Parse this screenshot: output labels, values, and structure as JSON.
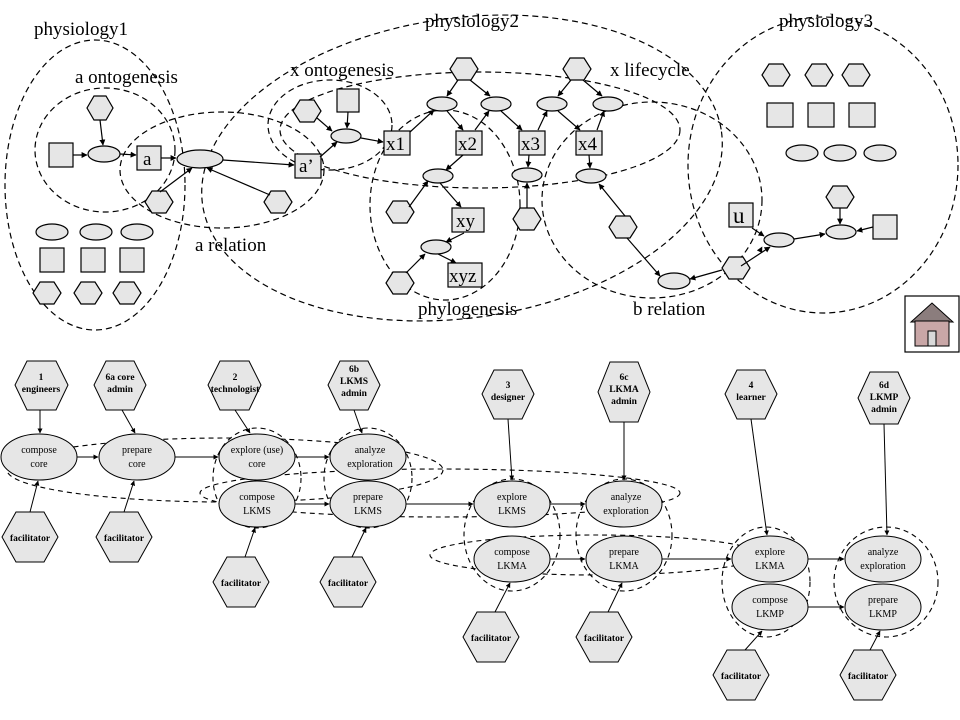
{
  "top": {
    "region_labels": {
      "physiology1": "physiology1",
      "physiology2": "physiology2",
      "physiology3": "physiology3",
      "a_ontogenesis": "a ontogenesis",
      "a_relation": "a relation",
      "x_ontogenesis": "x ontogenesis",
      "x_lifecycle": "x lifecycle",
      "phylogenesis": "phylogenesis",
      "b_relation": "b relation"
    },
    "nodes": {
      "a": "a",
      "a_prime": "a’",
      "x1": "x1",
      "x2": "x2",
      "x3": "x3",
      "x4": "x4",
      "xy": "xy",
      "xyz": "xyz",
      "u": "u"
    }
  },
  "home_button": {
    "icon": "house-icon"
  },
  "bottom": {
    "roles": {
      "engineers": [
        "1",
        "engineers"
      ],
      "core_admin": [
        "6a core",
        "admin"
      ],
      "technologist": [
        "2",
        "technologist"
      ],
      "lkms_admin": [
        "6b",
        "LKMS",
        "admin"
      ],
      "designer": [
        "3",
        "designer"
      ],
      "lkma_admin": [
        "6c",
        "LKMA",
        "admin"
      ],
      "learner": [
        "4",
        "learner"
      ],
      "lkmp_admin": [
        "6d",
        "LKMP",
        "admin"
      ]
    },
    "facilitator": "facilitator",
    "activities": {
      "compose_core": [
        "compose",
        "core"
      ],
      "prepare_core": [
        "prepare",
        "core"
      ],
      "explore_core": [
        "explore (use)",
        "core"
      ],
      "analyze_core": [
        "analyze",
        "exploration"
      ],
      "compose_lkms": [
        "compose",
        "LKMS"
      ],
      "prepare_lkms": [
        "prepare",
        "LKMS"
      ],
      "explore_lkms": [
        "explore",
        "LKMS"
      ],
      "analyze_lkms": [
        "analyze",
        "exploration"
      ],
      "compose_lkma": [
        "compose",
        "LKMA"
      ],
      "prepare_lkma": [
        "prepare",
        "LKMA"
      ],
      "explore_lkma": [
        "explore",
        "LKMA"
      ],
      "analyze_lkma": [
        "analyze",
        "exploration"
      ],
      "compose_lkmp": [
        "compose",
        "LKMP"
      ],
      "prepare_lkmp": [
        "prepare",
        "LKMP"
      ]
    }
  }
}
